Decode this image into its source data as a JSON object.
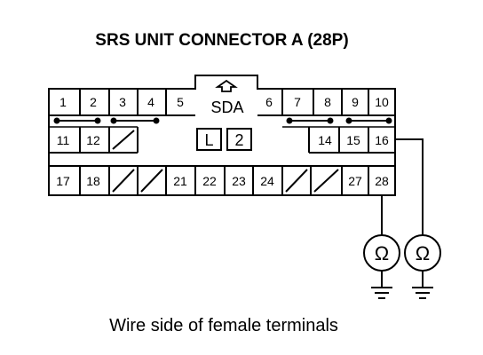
{
  "title": "SRS UNIT CONNECTOR A (28P)",
  "caption": "Wire side of female terminals",
  "connector": {
    "center_label": "SDA",
    "box_labels": [
      "L",
      "2"
    ],
    "pins": {
      "p1": "1",
      "p2": "2",
      "p3": "3",
      "p4": "4",
      "p5": "5",
      "p6": "6",
      "p7": "7",
      "p8": "8",
      "p9": "9",
      "p10": "10",
      "p11": "11",
      "p12": "12",
      "p14": "14",
      "p15": "15",
      "p16": "16",
      "p17": "17",
      "p18": "18",
      "p21": "21",
      "p22": "22",
      "p23": "23",
      "p24": "24",
      "p27": "27",
      "p28": "28"
    }
  },
  "meters": [
    {
      "symbol": "Ω"
    },
    {
      "symbol": "Ω"
    }
  ]
}
